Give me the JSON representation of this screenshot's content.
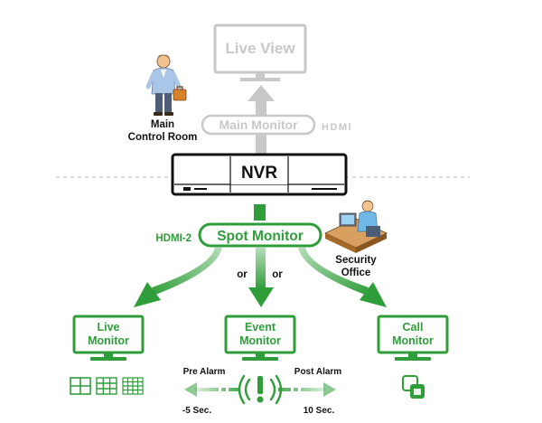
{
  "colors": {
    "green": "#2f9e3a",
    "green_light": "#dff2dc",
    "gray": "#c8c8c8",
    "dark": "#111111"
  },
  "top": {
    "live_view_label": "Live View",
    "main_monitor_label": "Main Monitor",
    "hdmi_logo": "HDMI",
    "control_room_line1": "Main",
    "control_room_line2": "Control Room"
  },
  "nvr": {
    "label": "NVR"
  },
  "spot": {
    "hdmi_port": "HDMI-2",
    "label": "Spot Monitor",
    "or_left": "or",
    "or_right": "or",
    "security_line1": "Security",
    "security_line2": "Office"
  },
  "monitors": {
    "live": {
      "line1": "Live",
      "line2": "Monitor"
    },
    "event": {
      "line1": "Event",
      "line2": "Monitor"
    },
    "call": {
      "line1": "Call",
      "line2": "Monitor"
    }
  },
  "event_timeline": {
    "pre_alarm": "Pre Alarm",
    "post_alarm": "Post Alarm",
    "minus": "-5 Sec.",
    "plus": "10 Sec."
  },
  "icons": {
    "person_control_room": "businessman-icon",
    "person_security": "security-guard-desk-icon",
    "alarm": "alarm-signal-icon",
    "call": "call-monitor-icon",
    "grids": [
      "split-4-icon",
      "split-9-icon",
      "split-16-icon"
    ]
  }
}
